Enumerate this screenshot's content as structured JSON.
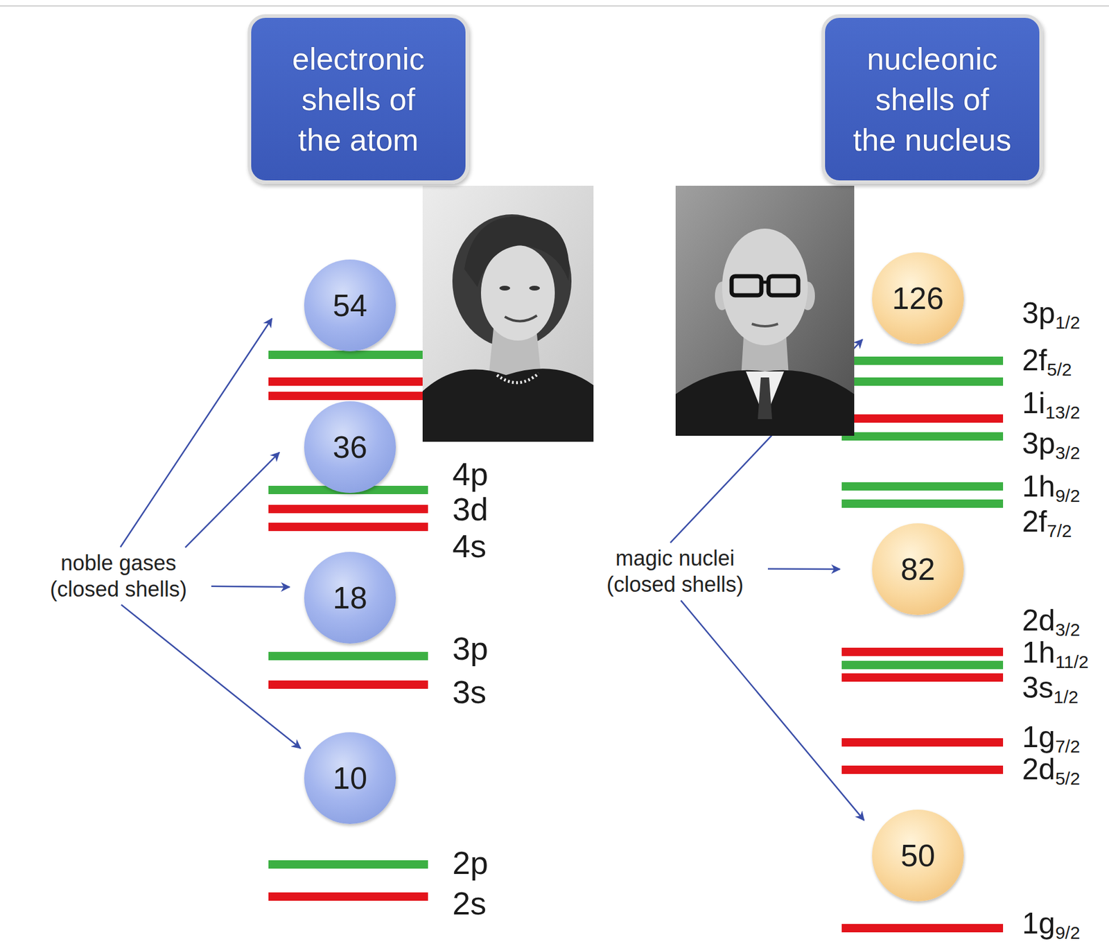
{
  "diagram": {
    "nodes": [
      {
        "text": [
          "electronic shells of the atom"
        ]
      },
      {
        "text": [
          "nucleonic shells of the nucleus"
        ]
      },
      {
        "text": [
          "54"
        ]
      },
      {
        "text": [
          "36"
        ]
      },
      {
        "text": [
          "18"
        ]
      },
      {
        "text": [
          "10"
        ]
      },
      {
        "text": [
          "noble gases (closed shells)"
        ]
      },
      {
        "text": [
          "126"
        ]
      },
      {
        "text": [
          "82"
        ]
      },
      {
        "text": [
          "50"
        ]
      },
      {
        "text": [
          "magic nuclei (closed shells)"
        ]
      }
    ],
    "edges": [
      {
        "from": 6,
        "to": 2,
        "arrow": "to"
      },
      {
        "from": 6,
        "to": 3,
        "arrow": "to"
      },
      {
        "from": 6,
        "to": 4,
        "arrow": "to"
      },
      {
        "from": 6,
        "to": 5,
        "arrow": "to"
      },
      {
        "from": 10,
        "to": 7,
        "arrow": "to"
      },
      {
        "from": 10,
        "to": 8,
        "arrow": "to"
      },
      {
        "from": 10,
        "to": 9,
        "arrow": "to"
      }
    ],
    "labels": [
      "4p",
      "3d",
      "4s",
      "3p",
      "3s",
      "2p",
      "2s",
      "3p1/2",
      "2f5/2",
      "1i13/2",
      "3p3/2",
      "1h9/2",
      "2f7/2",
      "2d3/2",
      "1h11/2",
      "3s1/2",
      "1g7/2",
      "2d5/2",
      "1g9/2"
    ]
  }
}
